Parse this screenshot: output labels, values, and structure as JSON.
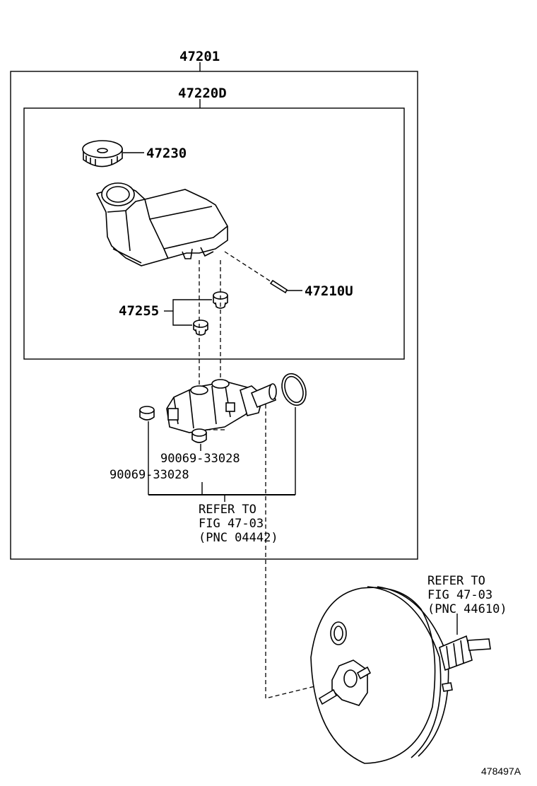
{
  "labels": {
    "assembly": "47201",
    "reservoir_sub": "47220D",
    "cap": "47230",
    "strainer": "47210U",
    "grommet": "47255",
    "nut_a": "90069-33028",
    "nut_b": "90069-33028",
    "refer_mc_line1": "REFER TO",
    "refer_mc_line2": "FIG 47-03",
    "refer_mc_line3": "(PNC 04442)",
    "refer_booster_line1": "REFER TO",
    "refer_booster_line2": "FIG 47-03",
    "refer_booster_line3": "(PNC 44610)",
    "figure_id": "478497A"
  }
}
